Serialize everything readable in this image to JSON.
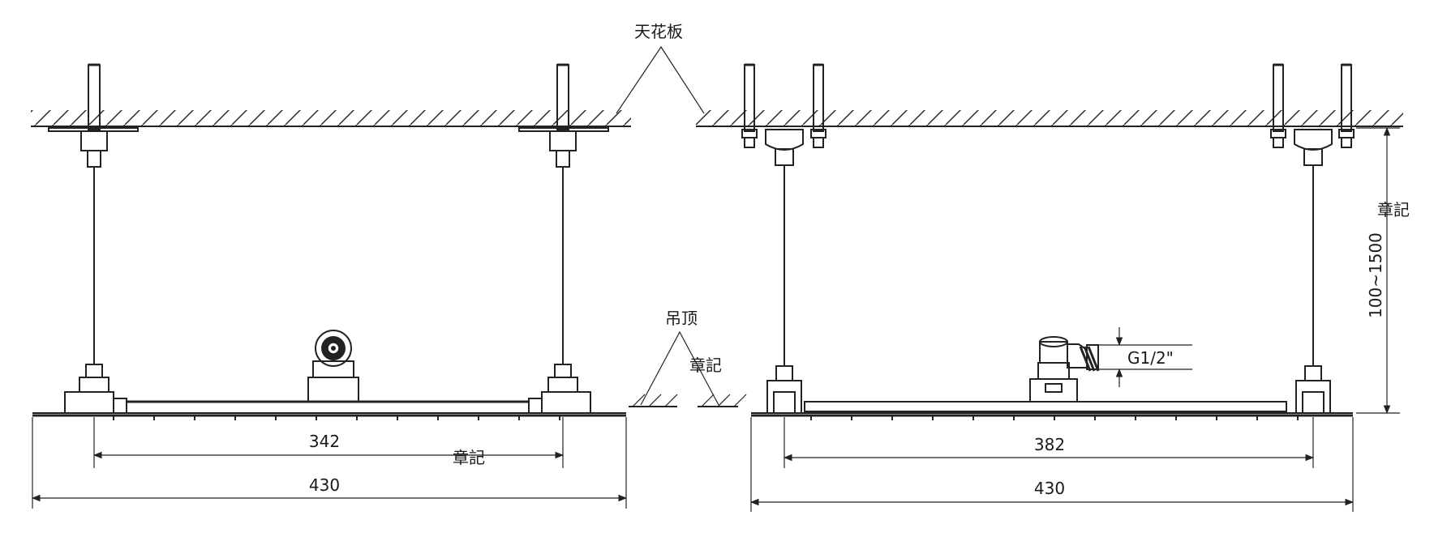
{
  "labels": {
    "ceiling": "天花板",
    "false_ceiling": "吊顶",
    "stamp_mid": "章記",
    "stamp_under_342": "章記",
    "stamp_right": "章記",
    "thread": "G1/2\""
  },
  "dimensions": {
    "left_inner": "342",
    "left_overall": "430",
    "right_inner": "382",
    "right_overall": "430",
    "drop_range": "100~1500"
  },
  "colors": {
    "ink": "#222222",
    "background": "#ffffff"
  }
}
